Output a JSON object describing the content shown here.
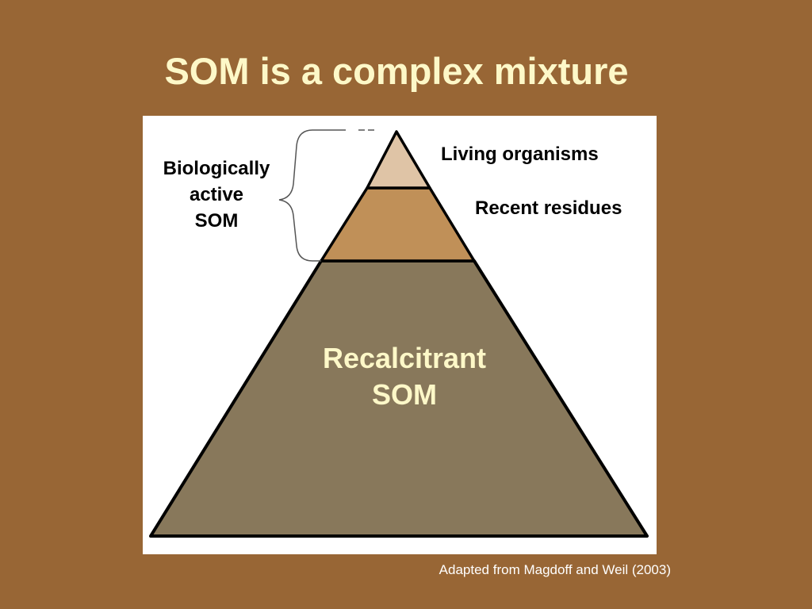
{
  "slide": {
    "title": "SOM is a complex mixture",
    "source_note": "Adapted from Magdoff and Weil (2003)"
  },
  "diagram": {
    "type": "pyramid",
    "layers": [
      {
        "label": "Living organisms",
        "color": "#dfc4a6"
      },
      {
        "label": "Recent residues",
        "color": "#c09058"
      },
      {
        "label_lines": [
          "Recalcitrant",
          "SOM"
        ],
        "color": "#88785b"
      }
    ],
    "bracket_label_lines": [
      "Biologically",
      "active",
      "SOM"
    ]
  },
  "colors": {
    "background": "#986635",
    "title_text": "#fdf8c8",
    "panel": "#ffffff"
  }
}
